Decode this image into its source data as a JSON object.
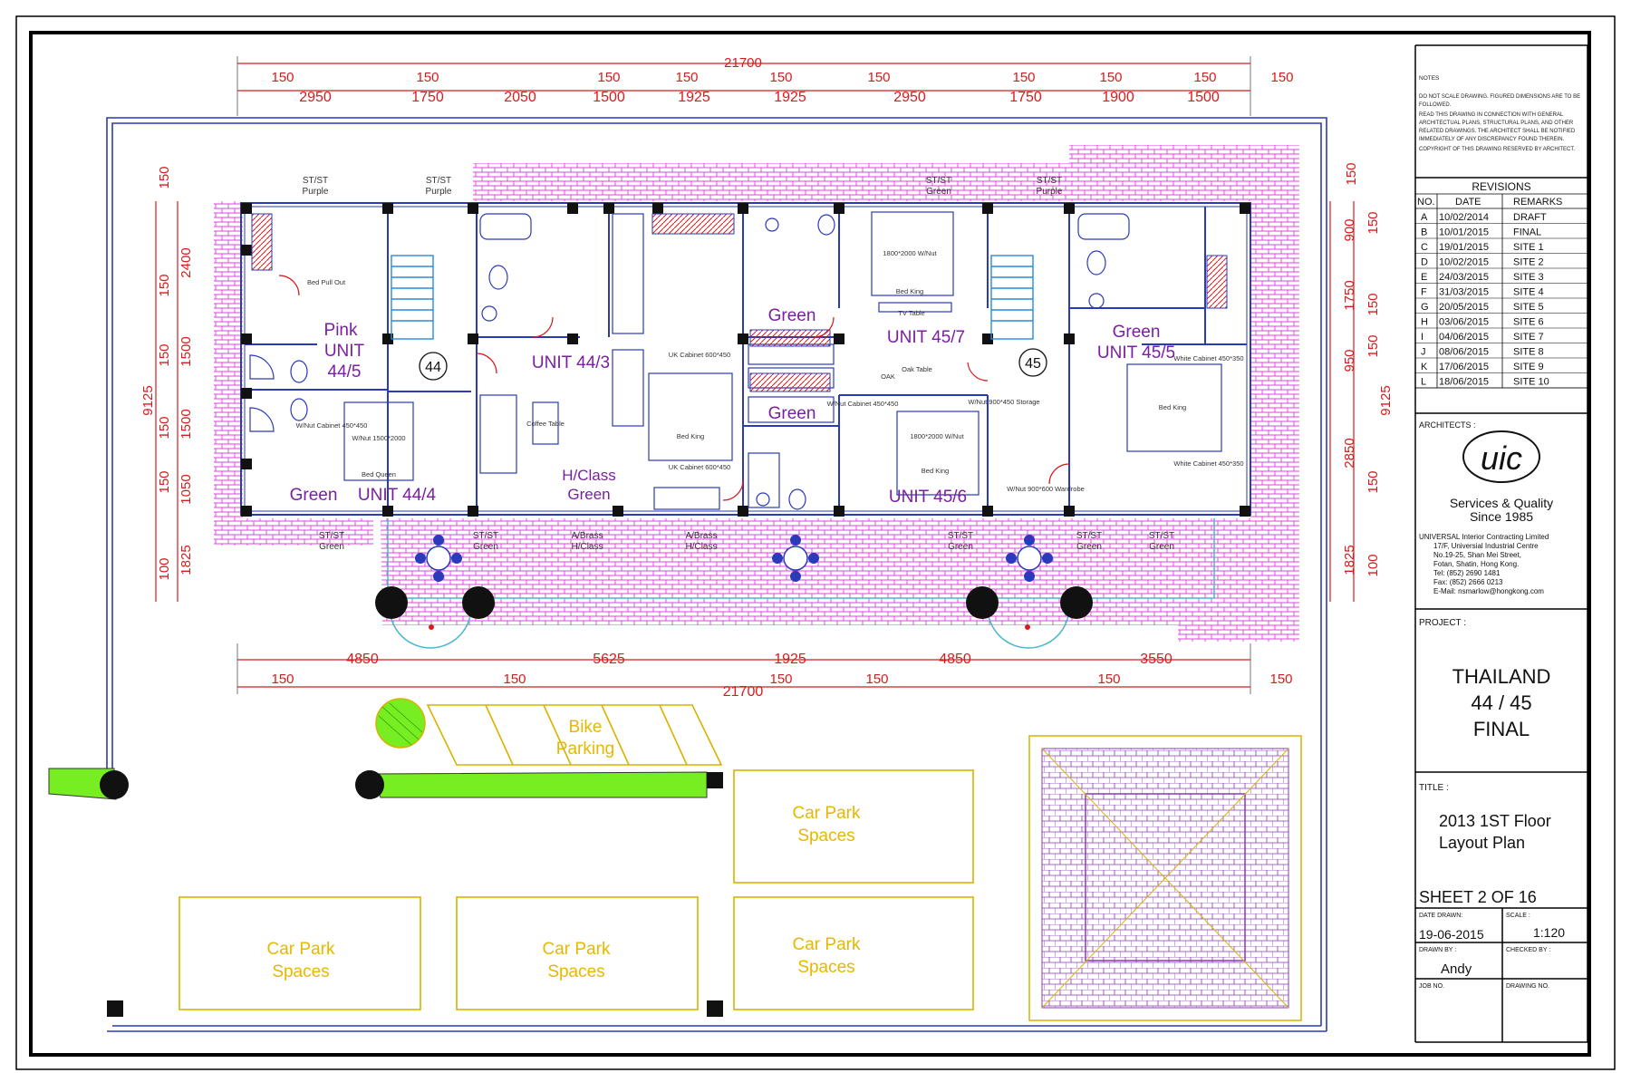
{
  "dimensions": {
    "top_overall": "21700",
    "top_small": [
      "150",
      "150",
      "150",
      "150",
      "150",
      "150",
      "150",
      "150",
      "150",
      "150"
    ],
    "top_segments": [
      "2950",
      "1750",
      "2050",
      "1500",
      "1925",
      "1925",
      "2950",
      "1750",
      "1900",
      "1500"
    ],
    "bottom_overall": "21700",
    "bottom_segments": [
      "4850",
      "5625",
      "1925",
      "4850",
      "3550"
    ],
    "bottom_small": [
      "150",
      "150",
      "150",
      "150",
      "150",
      "150"
    ],
    "left_overall": "9125",
    "left_segments": [
      "150",
      "2400",
      "150",
      "1500",
      "150",
      "1500",
      "150",
      "1050",
      "150",
      "1825",
      "100"
    ],
    "right_overall": "9125",
    "right_segments": [
      "150",
      "900",
      "150",
      "1750",
      "150",
      "950",
      "150",
      "2850",
      "150",
      "1825",
      "100"
    ]
  },
  "rooms": {
    "unit_44_5": {
      "line1": "Pink",
      "line2": "UNIT",
      "line3": "44/5"
    },
    "unit_44_4": {
      "color": "Green",
      "name": "UNIT 44/4"
    },
    "unit_44_3": "UNIT 44/3",
    "hclass": {
      "line1": "H/Class",
      "line2": "Green"
    },
    "green_upper": "Green",
    "green_lower": "Green",
    "unit_45_7": "UNIT 45/7",
    "unit_45_6": "UNIT  45/6",
    "unit_45_5": {
      "line1": "Green",
      "line2": "UNIT 45/5"
    },
    "stair_44": "44",
    "stair_45": "45"
  },
  "tags": {
    "t1": {
      "l1": "ST/ST",
      "l2": "Purple"
    },
    "t2": {
      "l1": "ST/ST",
      "l2": "Purple"
    },
    "t3": {
      "l1": "ST/ST",
      "l2": "Green"
    },
    "t4": {
      "l1": "ST/ST",
      "l2": "Purple"
    },
    "b1": {
      "l1": "ST/ST",
      "l2": "Green"
    },
    "b2": {
      "l1": "ST/ST",
      "l2": "Green"
    },
    "b3": {
      "l1": "A/Brass",
      "l2": "H/Class"
    },
    "b4": {
      "l1": "A/Brass",
      "l2": "H/Class"
    },
    "b5": {
      "l1": "ST/ST",
      "l2": "Green"
    },
    "b6": {
      "l1": "ST/ST",
      "l2": "Green"
    },
    "b7": {
      "l1": "ST/ST",
      "l2": "Green"
    }
  },
  "furniture": {
    "bed_queen": "Bed Queen",
    "bed_king": "Bed King",
    "bed_king_2": "Bed King",
    "bed_king_3": "Bed King",
    "bed_king_4": "Bed King",
    "bed_pullout": "Bed Pull Out",
    "wnut_1500": "W/Nut 1500*2000",
    "wnut_1800a": "1800*2000 W/Nut",
    "wnut_1800b": "1800*2000 W/Nut",
    "tv_table": "TV Table",
    "uk_cabinet_1": "UK Cabinet 600*450",
    "uk_cabinet_2": "UK Cabinet 600*450",
    "wnut_cab_1": "W/Nut Cabinet 450*450",
    "wnut_cab_2": "W/Nut Cabinet 450*450",
    "white_cab_1": "White Cabinet 450*350",
    "white_cab_2": "White Cabinet 450*350",
    "wardrobe": "W/Nut 900*600 Wardrobe",
    "storage": "W/Nut 900*450 Storage",
    "oak": "OAK",
    "oak_table": "Oak Table",
    "coffee_table": "Coffee Table"
  },
  "site": {
    "bike": {
      "l1": "Bike",
      "l2": "Parking"
    },
    "car_park_1": {
      "l1": "Car Park",
      "l2": "Spaces"
    },
    "car_park_2": {
      "l1": "Car Park",
      "l2": "Spaces"
    },
    "car_park_3": {
      "l1": "Car Park",
      "l2": "Spaces"
    },
    "car_park_4": {
      "l1": "Car Park",
      "l2": "Spaces"
    }
  },
  "title_block": {
    "notes_heading": "NOTES",
    "notes_lines": [
      "DO NOT SCALE DRAWING. FIGURED DIMENSIONS ARE TO BE",
      "FOLLOWED.",
      "READ THIS DRAWING IN CONNECTION WITH GENERAL",
      "ARCHITECTUAL PLANS, STRUCTURAL PLANS, AND OTHER",
      "RELATED DRAWINGS. THE ARCHITECT SHALL BE NOTIFIED",
      "IMMEDIATELY OF ANY DISCREPANCY FOUND THEREIN.",
      "COPYRIGHT OF THIS DRAWING RESERVED BY ARCHITECT."
    ],
    "revisions_heading": "REVISIONS",
    "rev_cols": [
      "NO.",
      "DATE",
      "REMARKS"
    ],
    "revisions": [
      {
        "no": "A",
        "date": "10/02/2014",
        "remarks": "DRAFT"
      },
      {
        "no": "B",
        "date": "10/01/2015",
        "remarks": "FINAL"
      },
      {
        "no": "C",
        "date": "19/01/2015",
        "remarks": "SITE 1"
      },
      {
        "no": "D",
        "date": "10/02/2015",
        "remarks": "SITE 2"
      },
      {
        "no": "E",
        "date": "24/03/2015",
        "remarks": "SITE 3"
      },
      {
        "no": "F",
        "date": "31/03/2015",
        "remarks": "SITE 4"
      },
      {
        "no": "G",
        "date": "20/05/2015",
        "remarks": "SITE 5"
      },
      {
        "no": "H",
        "date": "03/06/2015",
        "remarks": "SITE 6"
      },
      {
        "no": "I",
        "date": "04/06/2015",
        "remarks": "SITE 7"
      },
      {
        "no": "J",
        "date": "08/06/2015",
        "remarks": "SITE 8"
      },
      {
        "no": "K",
        "date": "17/06/2015",
        "remarks": "SITE 9"
      },
      {
        "no": "L",
        "date": "18/06/2015",
        "remarks": "SITE 10"
      }
    ],
    "architects_label": "ARCHITECTS :",
    "logo_text": "uic",
    "tagline1": "Services & Quality",
    "tagline2": "Since 1985",
    "company_lines": [
      "UNIVERSAL Interior Contracting Limited",
      "17/F, Universial Industrial Centre",
      "No.19-25, Shan Mei Street,",
      "Fotan, Shatin, Hong Kong.",
      "Tel: (852) 2690 1481",
      "Fax: (852) 2666 0213",
      "E-Mail: nsmarlow@hongkong.com"
    ],
    "project_label": "PROJECT :",
    "project_lines": [
      "THAILAND",
      "44 / 45",
      "FINAL"
    ],
    "title_label": "TITLE :",
    "title_lines": [
      "2013 1ST Floor",
      "Layout Plan"
    ],
    "sheet": "SHEET 2 OF 16",
    "date_drawn_label": "DATE DRAWN:",
    "date_drawn": "19-06-2015",
    "scale_label": "SCALE :",
    "scale": "1:120",
    "drawn_by_label": "DRAWN BY :",
    "drawn_by": "Andy",
    "checked_by_label": "CHECKED BY :",
    "job_no_label": "JOB NO.",
    "drawing_no_label": "DRAWING NO."
  },
  "colors": {
    "dim_red": "#d61c1c",
    "wall_blue": "#2a3ab8",
    "purple_text": "#7a1fa2",
    "pink_hatch": "#e040e0",
    "green_fill": "#77ee22",
    "yellow_line": "#d9b200"
  }
}
